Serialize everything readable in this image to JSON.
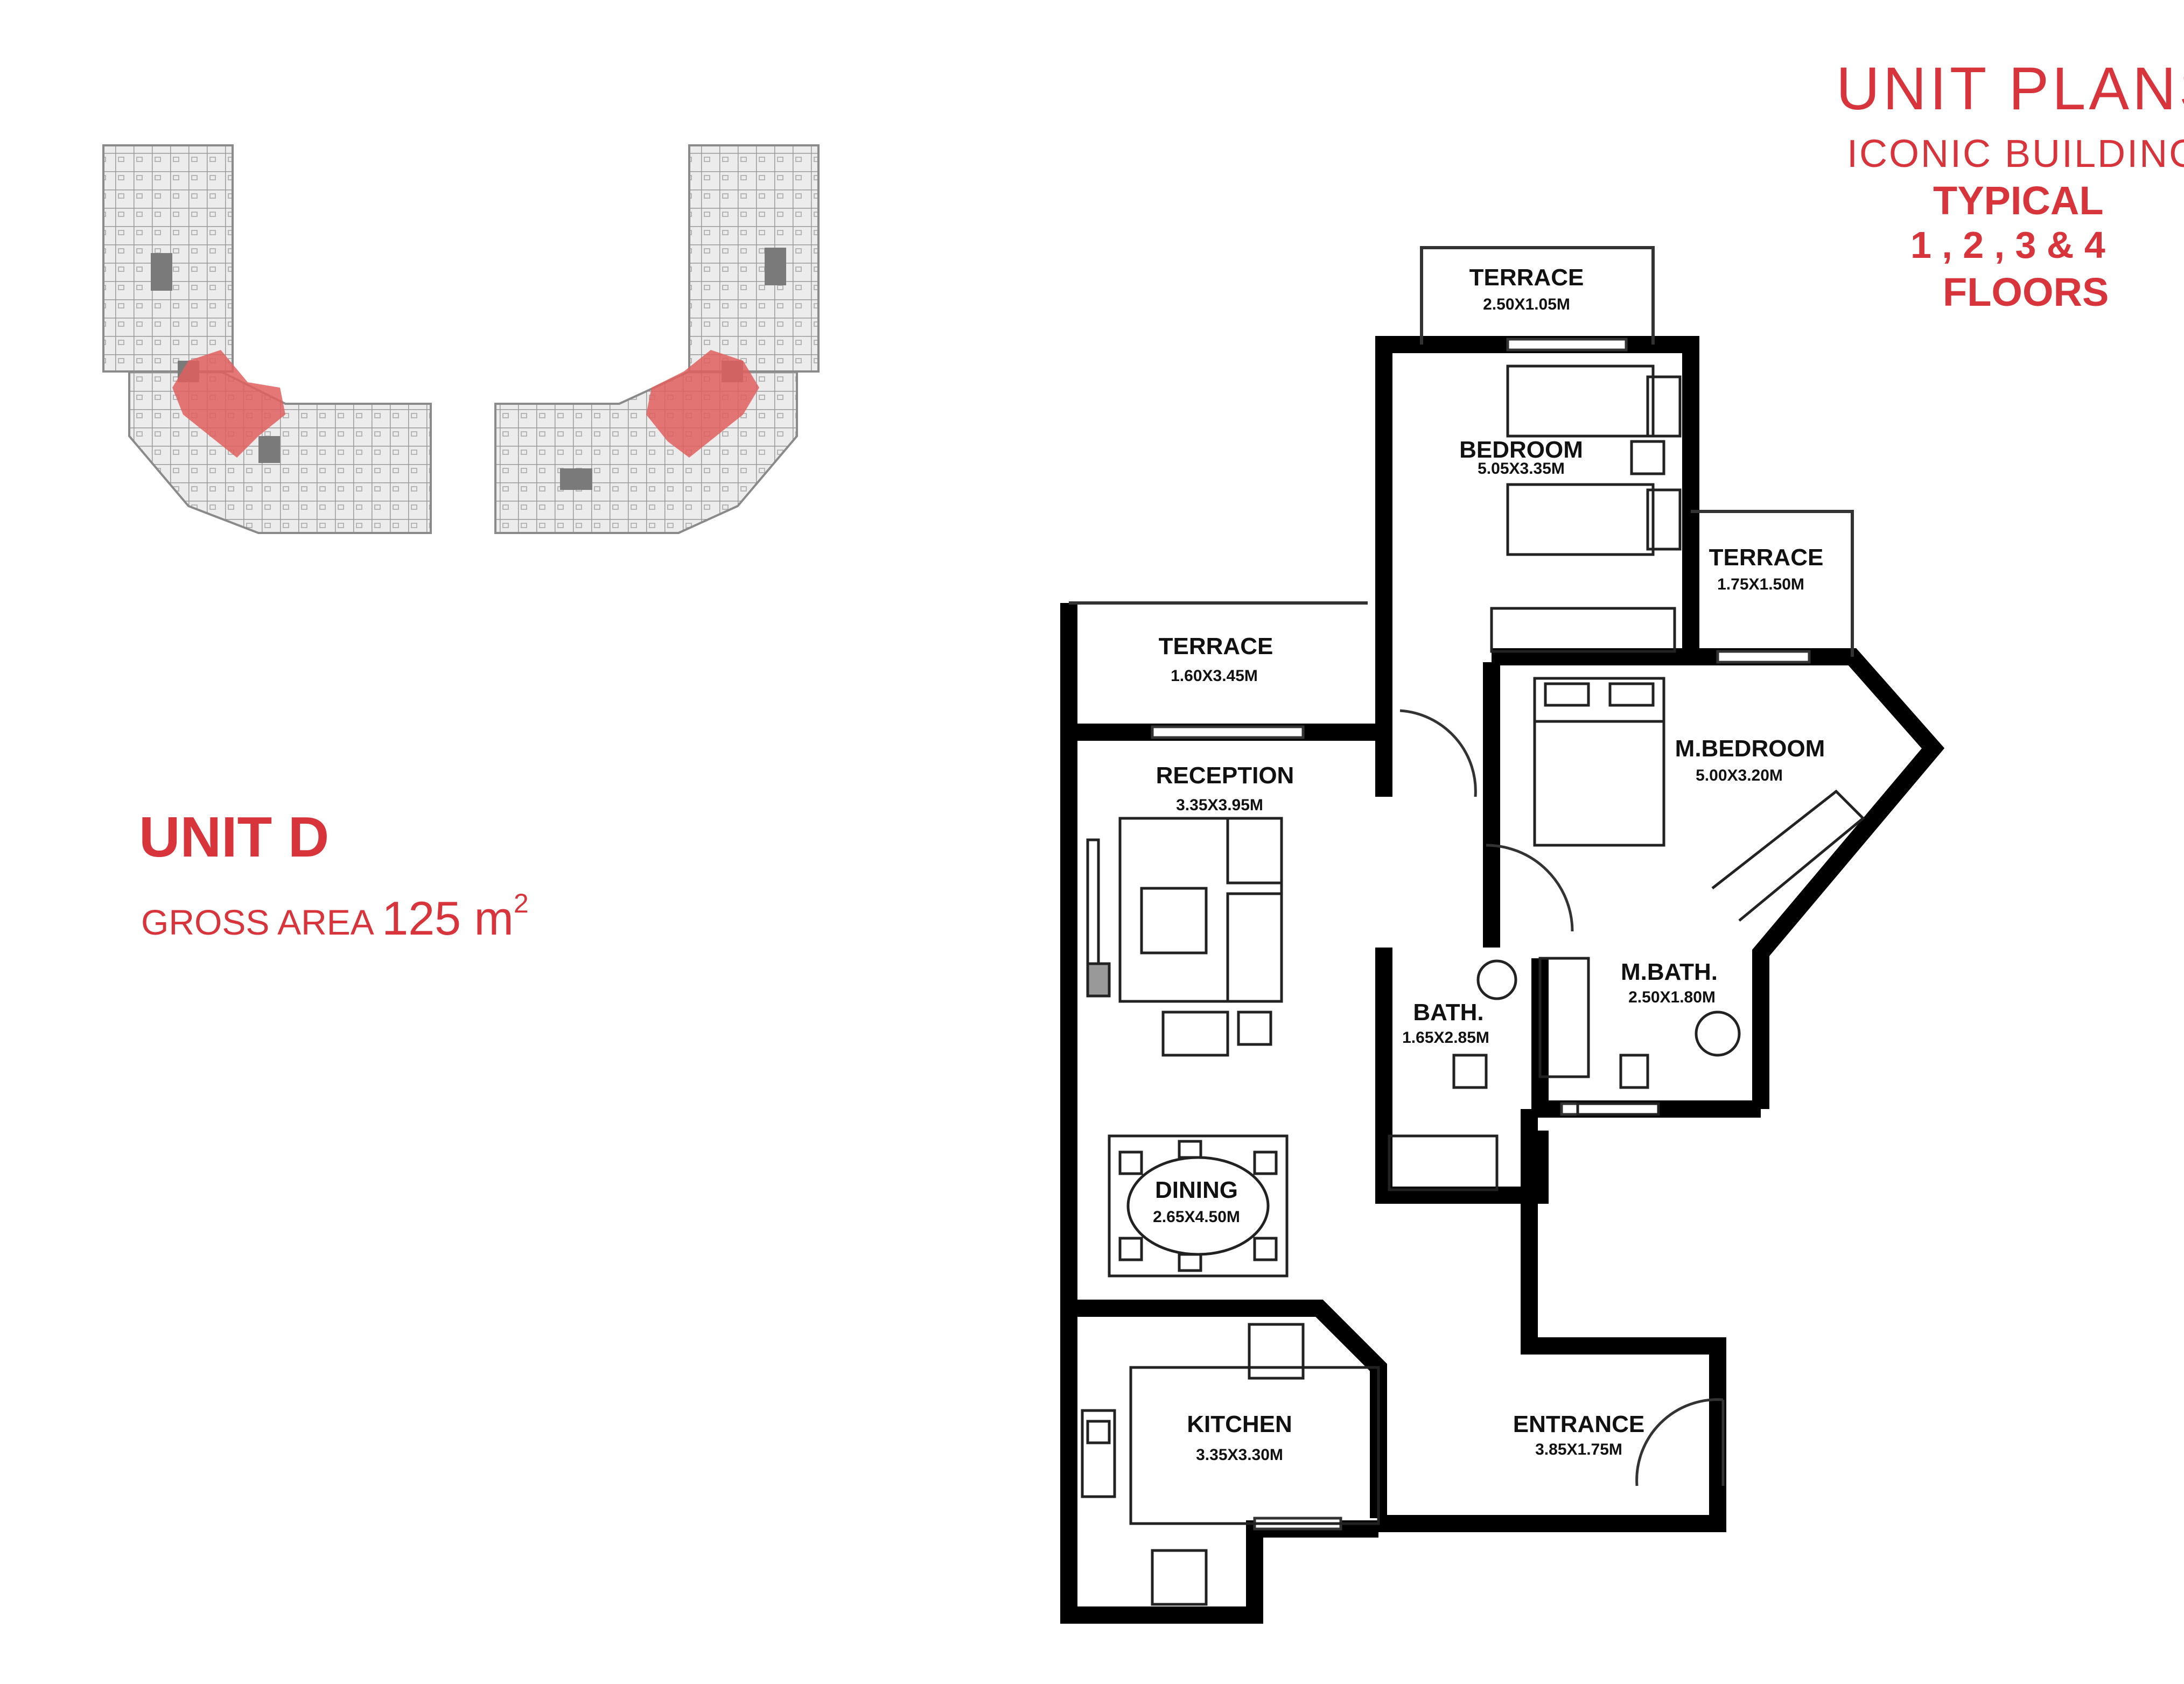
{
  "header": {
    "title": "UNIT PLANS",
    "building": "ICONIC BUILDING",
    "floors_line1": "TYPICAL",
    "floors_line2": "1 , 2 , 3 & 4",
    "floors_line3": "FLOORS"
  },
  "unit": {
    "name": "UNIT D",
    "area_label": "GROSS AREA",
    "area_value": "125 m",
    "area_unit_sup": "2"
  },
  "rooms": {
    "terrace_top": {
      "label": "TERRACE",
      "dim": "2.50X1.05M"
    },
    "bedroom": {
      "label": "BEDROOM",
      "dim": "5.05X3.35M"
    },
    "terrace_right": {
      "label": "TERRACE",
      "dim": "1.75X1.50M"
    },
    "terrace_left": {
      "label": "TERRACE",
      "dim": "1.60X3.45M"
    },
    "reception": {
      "label": "RECEPTION",
      "dim": "3.35X3.95M"
    },
    "master_bedroom": {
      "label": "M.BEDROOM",
      "dim": "5.00X3.20M"
    },
    "bath": {
      "label": "BATH.",
      "dim": "1.65X2.85M"
    },
    "master_bath": {
      "label": "M.BATH.",
      "dim": "2.50X1.80M"
    },
    "dining": {
      "label": "DINING",
      "dim": "2.65X4.50M"
    },
    "kitchen": {
      "label": "KITCHEN",
      "dim": "3.35X3.30M"
    },
    "entrance": {
      "label": "ENTRANCE",
      "dim": "3.85X1.75M"
    }
  },
  "colors": {
    "accent": "#d8343c",
    "highlight": "#e0605e",
    "wall": "#000000",
    "keyplan": "#9a9a9a"
  }
}
